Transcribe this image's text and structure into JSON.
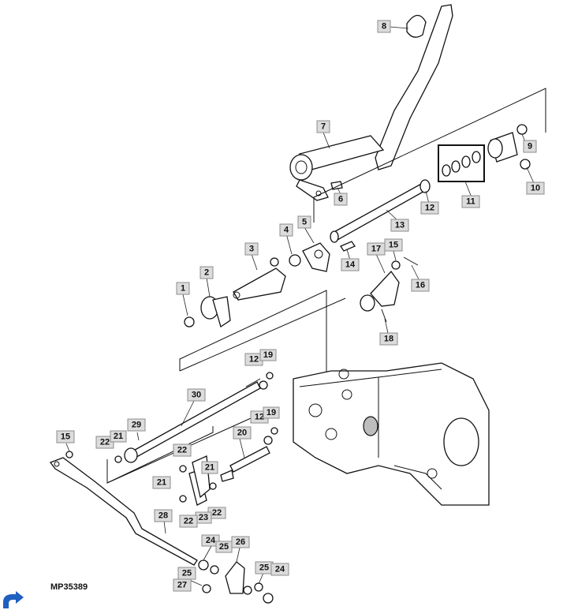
{
  "figure_id": "MP35389",
  "callouts": [
    "1",
    "2",
    "3",
    "4",
    "5",
    "6",
    "7",
    "8",
    "9",
    "10",
    "11",
    "12",
    "12",
    "12",
    "13",
    "14",
    "15",
    "15",
    "16",
    "17",
    "18",
    "19",
    "19",
    "20",
    "21",
    "21",
    "21",
    "22",
    "22",
    "22",
    "22",
    "23",
    "24",
    "24",
    "25",
    "25",
    "25",
    "26",
    "27",
    "28",
    "29",
    "30"
  ],
  "corner_icon": "refresh-arrow-icon",
  "colors": {
    "callout_fill": "#dcdcdc",
    "callout_border": "#8c8c8c",
    "line": "#111111",
    "corner_icon": "#1f5fbf"
  }
}
